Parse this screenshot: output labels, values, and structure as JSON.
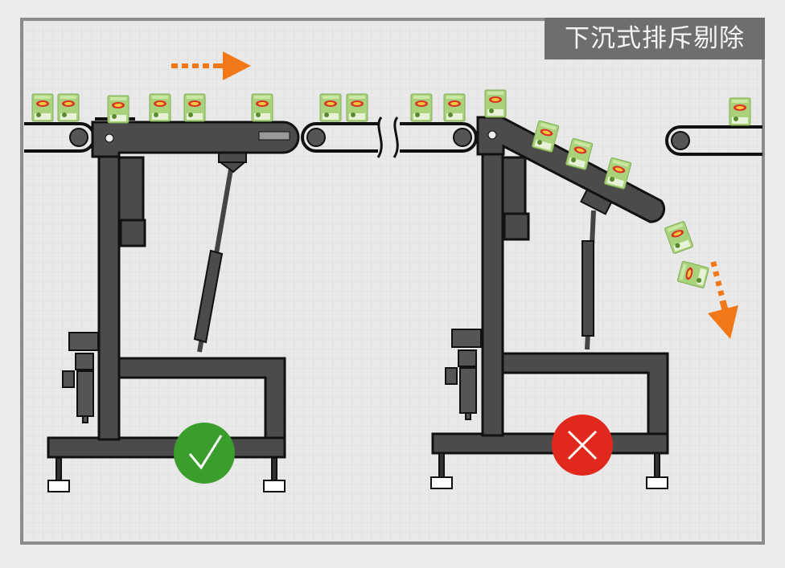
{
  "title": "下沉式排斥剔除",
  "panels": [
    {
      "state": "pass",
      "icon": "check-icon",
      "color": "#3a9e2c"
    },
    {
      "state": "reject",
      "icon": "cross-icon",
      "color": "#e0281c"
    }
  ],
  "colors": {
    "machine": "#4b4b4b",
    "arrow": "#f07818",
    "bag": "#a9d27a"
  }
}
